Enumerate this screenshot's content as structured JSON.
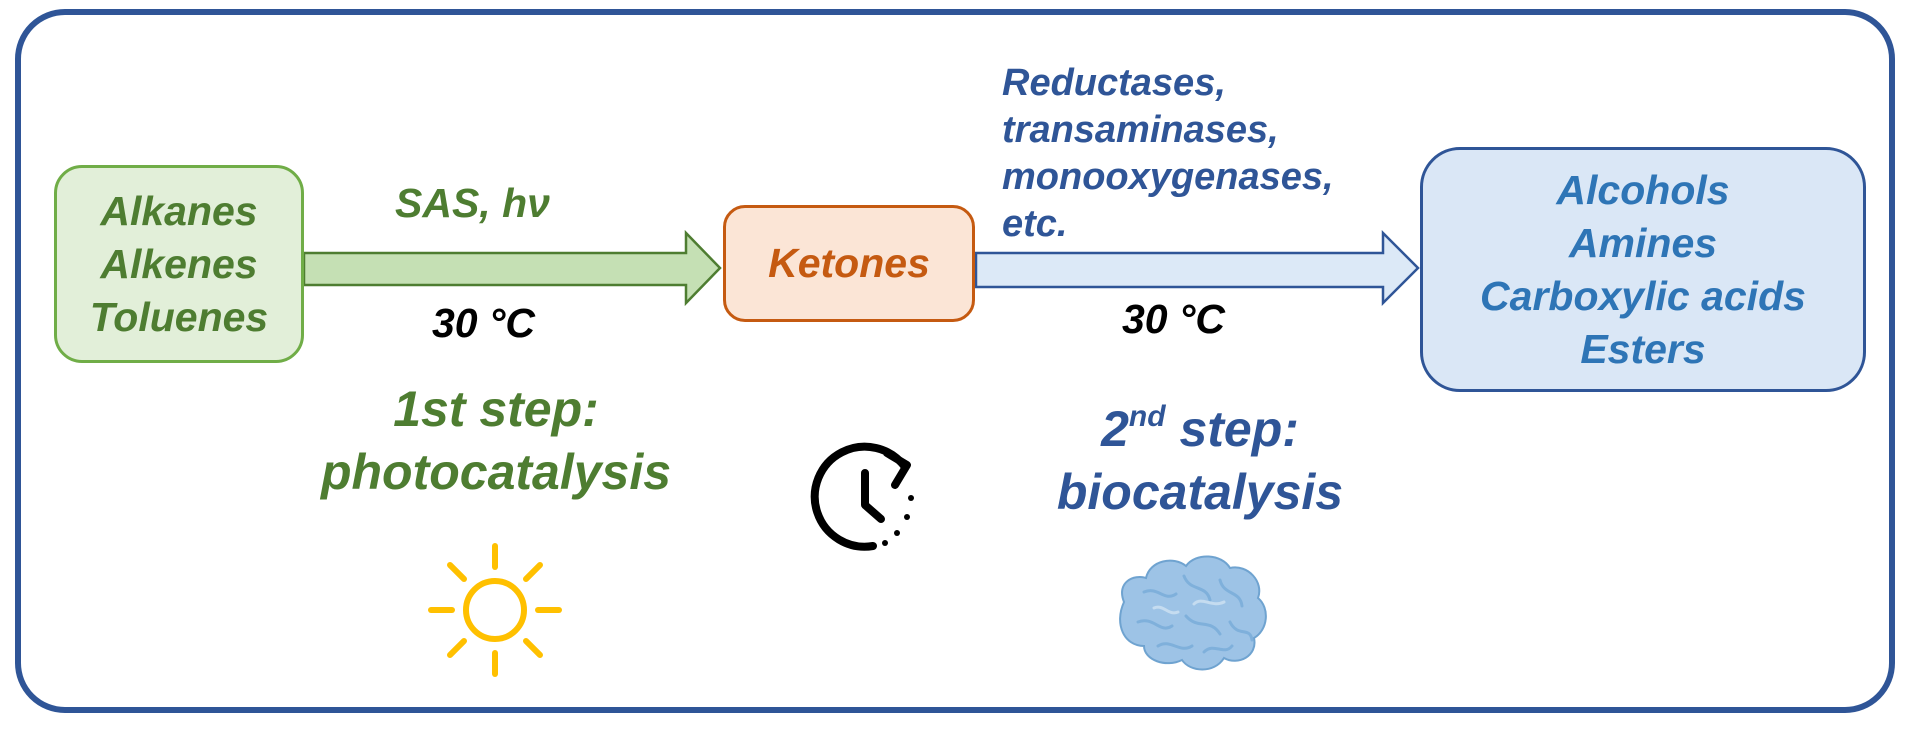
{
  "colors": {
    "frame": "#2f5597",
    "green_fill": "#e2efd9",
    "green_stroke": "#70ad47",
    "green_text": "#4e7d31",
    "green_arrow": "#c5e0b4",
    "orange_fill": "#fbe5d6",
    "orange_stroke": "#c55a11",
    "blue_fill": "#dae7f6",
    "blue_stroke": "#2f5597",
    "blue_text": "#2e75b6",
    "blue_arrow": "#dce9f7",
    "sun": "#ffc000",
    "enzyme": "#9dc3e6"
  },
  "reactants": {
    "lines": [
      "Alkanes",
      "Alkenes",
      "Toluenes"
    ]
  },
  "intermediate": {
    "label": "Ketones"
  },
  "products": {
    "lines": [
      "Alcohols",
      "Amines",
      "Carboxylic acids",
      "Esters"
    ]
  },
  "step1": {
    "conditions_top": "SAS, hν",
    "conditions_bottom": "30 °C",
    "title_line1": "1st step:",
    "title_line2": "photocatalysis"
  },
  "step2": {
    "enzymes": [
      "Reductases,",
      "transaminases,",
      "monooxygenases,",
      "etc."
    ],
    "conditions_bottom": "30 °C",
    "title_num": "2",
    "title_sup": "nd",
    "title_rest": " step:",
    "title_line2": "biocatalysis"
  },
  "icons": {
    "sun": "sun-icon",
    "clock": "clock-cycle-icon",
    "enzyme": "enzyme-protein-icon"
  }
}
